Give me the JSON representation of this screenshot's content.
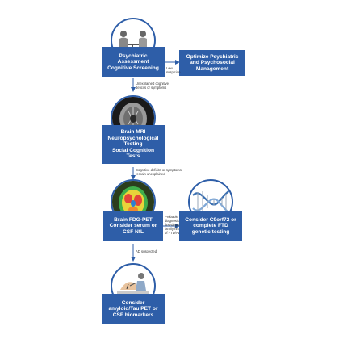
{
  "colors": {
    "box": "#2e5ea8",
    "line": "#2e5ea8",
    "text_on_box": "#ffffff"
  },
  "icons": {
    "c1": "clinician-consultation-icon",
    "c2": "brain-mri-icon",
    "c3": "fdg-pet-brain-icon",
    "c4": "dna-helix-icon",
    "c5": "lumbar-puncture-icon"
  },
  "boxes": {
    "psych": "Psychiatric\nAssessment\nCognitive Screening",
    "optimize": "Optimize Psychiatric\nand Psychosocial\nManagement",
    "mri": "Brain MRI\nNeuropsychological\nTesting\nSocial Cognition Tests",
    "pet": "Brain FDG-PET\nConsider  serum or\nCSF NfL",
    "genetic": "Consider C9orf72 or\ncomplete FTD\ngenetic testing",
    "amyloid": "Consider\namyloid/Tau PET or\nCSF biomarkers"
  },
  "notes": {
    "low": "Low\nsuspicion",
    "unexplained": "Unexplained cognitive\ndeficits or symptoms",
    "remain": "Cognitive deficits or symptoms\nremain unexplained",
    "probable": "Probable bvFTD\ndiagnosis or\nfirst-degree\nfamily history\nof FTD/ALS",
    "ad": "AD suspected"
  }
}
